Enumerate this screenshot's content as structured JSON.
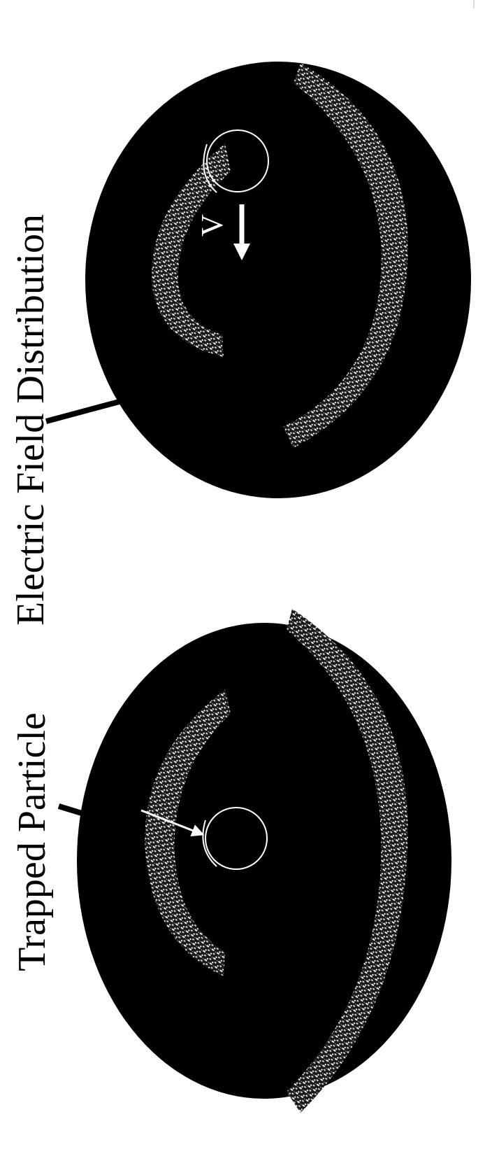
{
  "labels": {
    "electric_field": "Electric Field Distribution",
    "trapped_particle": "Trapped Particle",
    "velocity_symbol": "V"
  },
  "colors": {
    "background": "#ffffff",
    "cavity": "#000000",
    "field_band": "#d8d8d8",
    "particle_outline": "#ffffff",
    "text": "#000000"
  }
}
